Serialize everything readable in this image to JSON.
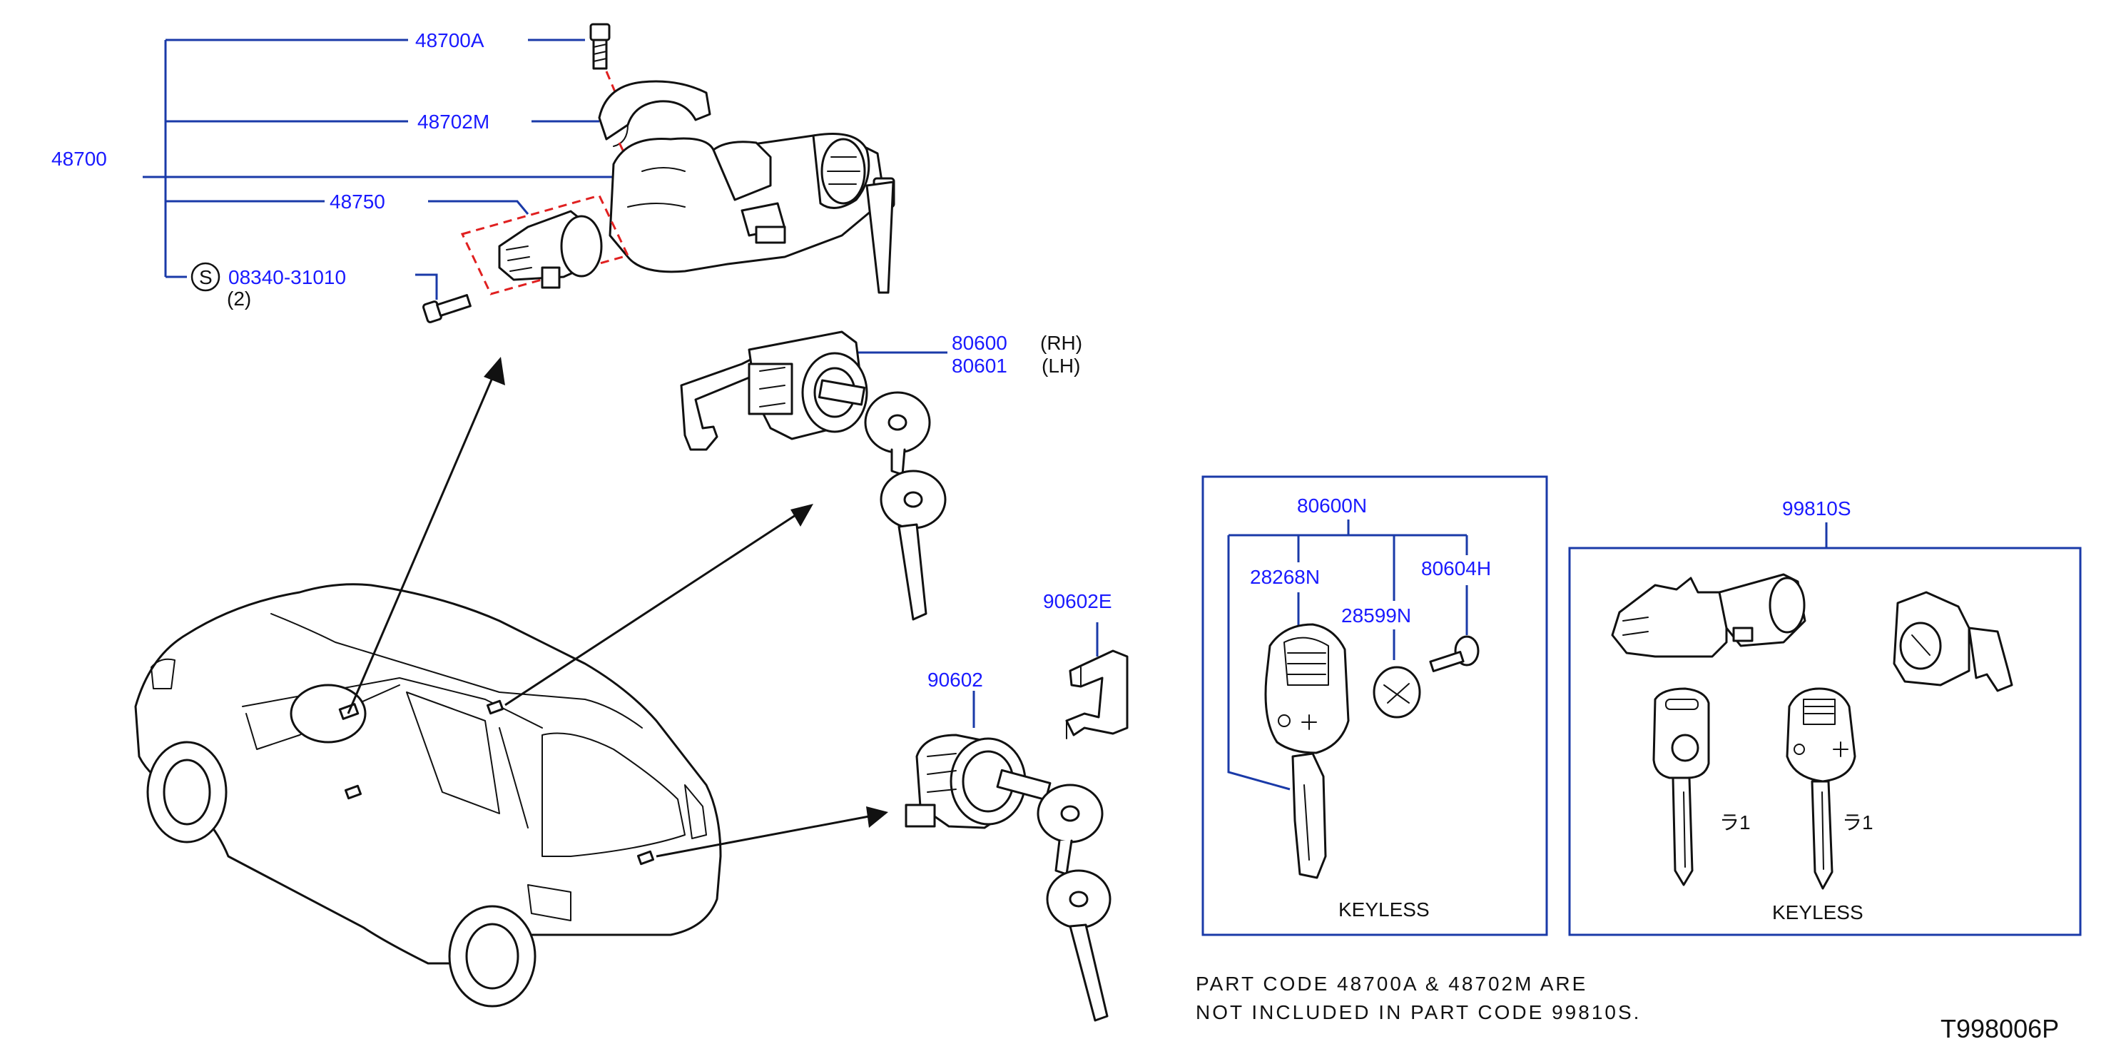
{
  "parts": {
    "p48700": "48700",
    "p48700A": "48700A",
    "p48702M": "48702M",
    "p48750": "48750",
    "s_symbol": "S",
    "p08340": "08340-31010",
    "qty2": "(2)",
    "p80600": "80600",
    "rh": "(RH)",
    "p80601": "80601",
    "lh": "(LH)",
    "p90602E": "90602E",
    "p90602": "90602"
  },
  "box_left": {
    "title": "80600N",
    "p28268N": "28268N",
    "p28599N": "28599N",
    "p80604H": "80604H",
    "label": "KEYLESS"
  },
  "box_right": {
    "title": "99810S",
    "key_mark_1": "ラ1",
    "key_mark_2": "ラ1",
    "label": "KEYLESS"
  },
  "note": {
    "line1": "PART  CODE  48700A  &  48702M  ARE",
    "line2": "NOT  INCLUDED  IN  PART  CODE  99810S."
  },
  "diagram_code": "T998006P"
}
